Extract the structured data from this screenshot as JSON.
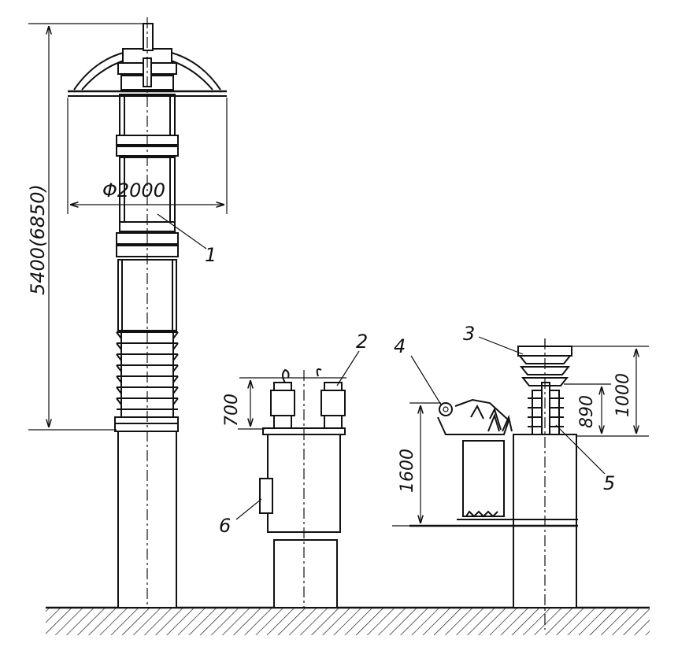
{
  "labels": {
    "part1": "1",
    "part2": "2",
    "part3": "3",
    "part4": "4",
    "part5": "5",
    "part6": "6"
  },
  "dimensions": {
    "total_height": "5400(6850)",
    "shield_diameter": "Φ2000",
    "bushing_height_left": "700",
    "frame_height": "1600",
    "support_height": "890",
    "arrester_height": "1000"
  }
}
